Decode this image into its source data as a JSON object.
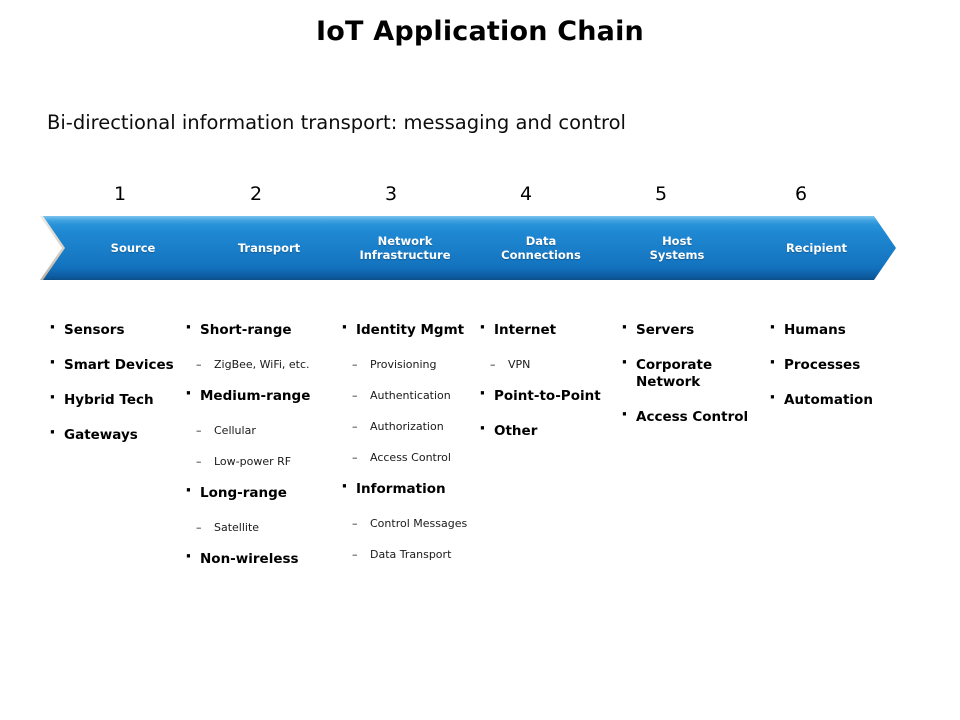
{
  "slide": {
    "title": "IoT Application Chain",
    "subtitle": "Bi-directional information transport: messaging and control"
  },
  "theme": {
    "chevron_blue_light": "#3aa6e4",
    "chevron_blue_mid": "#1a7ec9",
    "chevron_blue_dark": "#0d5fa8",
    "chevron_bevel": "#d8d2c8",
    "text_color": "#000000",
    "chevron_label_color": "#ffffff"
  },
  "process": {
    "steps": [
      {
        "number": "1",
        "label": "Source"
      },
      {
        "number": "2",
        "label": "Transport"
      },
      {
        "number": "3",
        "label": "Network\nInfrastructure"
      },
      {
        "number": "4",
        "label": "Data\nConnections"
      },
      {
        "number": "5",
        "label": "Host\nSystems"
      },
      {
        "number": "6",
        "label": "Recipient"
      }
    ]
  },
  "columns": [
    {
      "step": "1",
      "items": [
        {
          "level": 1,
          "text": "Sensors"
        },
        {
          "level": 1,
          "text": "Smart Devices"
        },
        {
          "level": 1,
          "text": "Hybrid Tech"
        },
        {
          "level": 1,
          "text": "Gateways"
        }
      ]
    },
    {
      "step": "2",
      "items": [
        {
          "level": 1,
          "text": "Short-range"
        },
        {
          "level": 2,
          "text": "ZigBee, WiFi, etc."
        },
        {
          "level": 1,
          "text": "Medium-range"
        },
        {
          "level": 2,
          "text": "Cellular"
        },
        {
          "level": 2,
          "text": "Low-power RF"
        },
        {
          "level": 1,
          "text": "Long-range"
        },
        {
          "level": 2,
          "text": "Satellite"
        },
        {
          "level": 1,
          "text": "Non-wireless"
        }
      ]
    },
    {
      "step": "3",
      "items": [
        {
          "level": 1,
          "text": "Identity Mgmt"
        },
        {
          "level": 2,
          "text": "Provisioning"
        },
        {
          "level": 2,
          "text": "Authentication"
        },
        {
          "level": 2,
          "text": "Authorization"
        },
        {
          "level": 2,
          "text": "Access Control"
        },
        {
          "level": 1,
          "text": "Information"
        },
        {
          "level": 2,
          "text": "Control Messages"
        },
        {
          "level": 2,
          "text": "Data Transport"
        }
      ]
    },
    {
      "step": "4",
      "items": [
        {
          "level": 1,
          "text": "Internet"
        },
        {
          "level": 2,
          "text": "VPN"
        },
        {
          "level": 1,
          "text": "Point-to-Point"
        },
        {
          "level": 1,
          "text": "Other"
        }
      ]
    },
    {
      "step": "5",
      "items": [
        {
          "level": 1,
          "text": "Servers"
        },
        {
          "level": 1,
          "text": "Corporate Network"
        },
        {
          "level": 1,
          "text": "Access Control"
        }
      ]
    },
    {
      "step": "6",
      "items": [
        {
          "level": 1,
          "text": "Humans"
        },
        {
          "level": 1,
          "text": "Processes"
        },
        {
          "level": 1,
          "text": "Automation"
        }
      ]
    }
  ]
}
